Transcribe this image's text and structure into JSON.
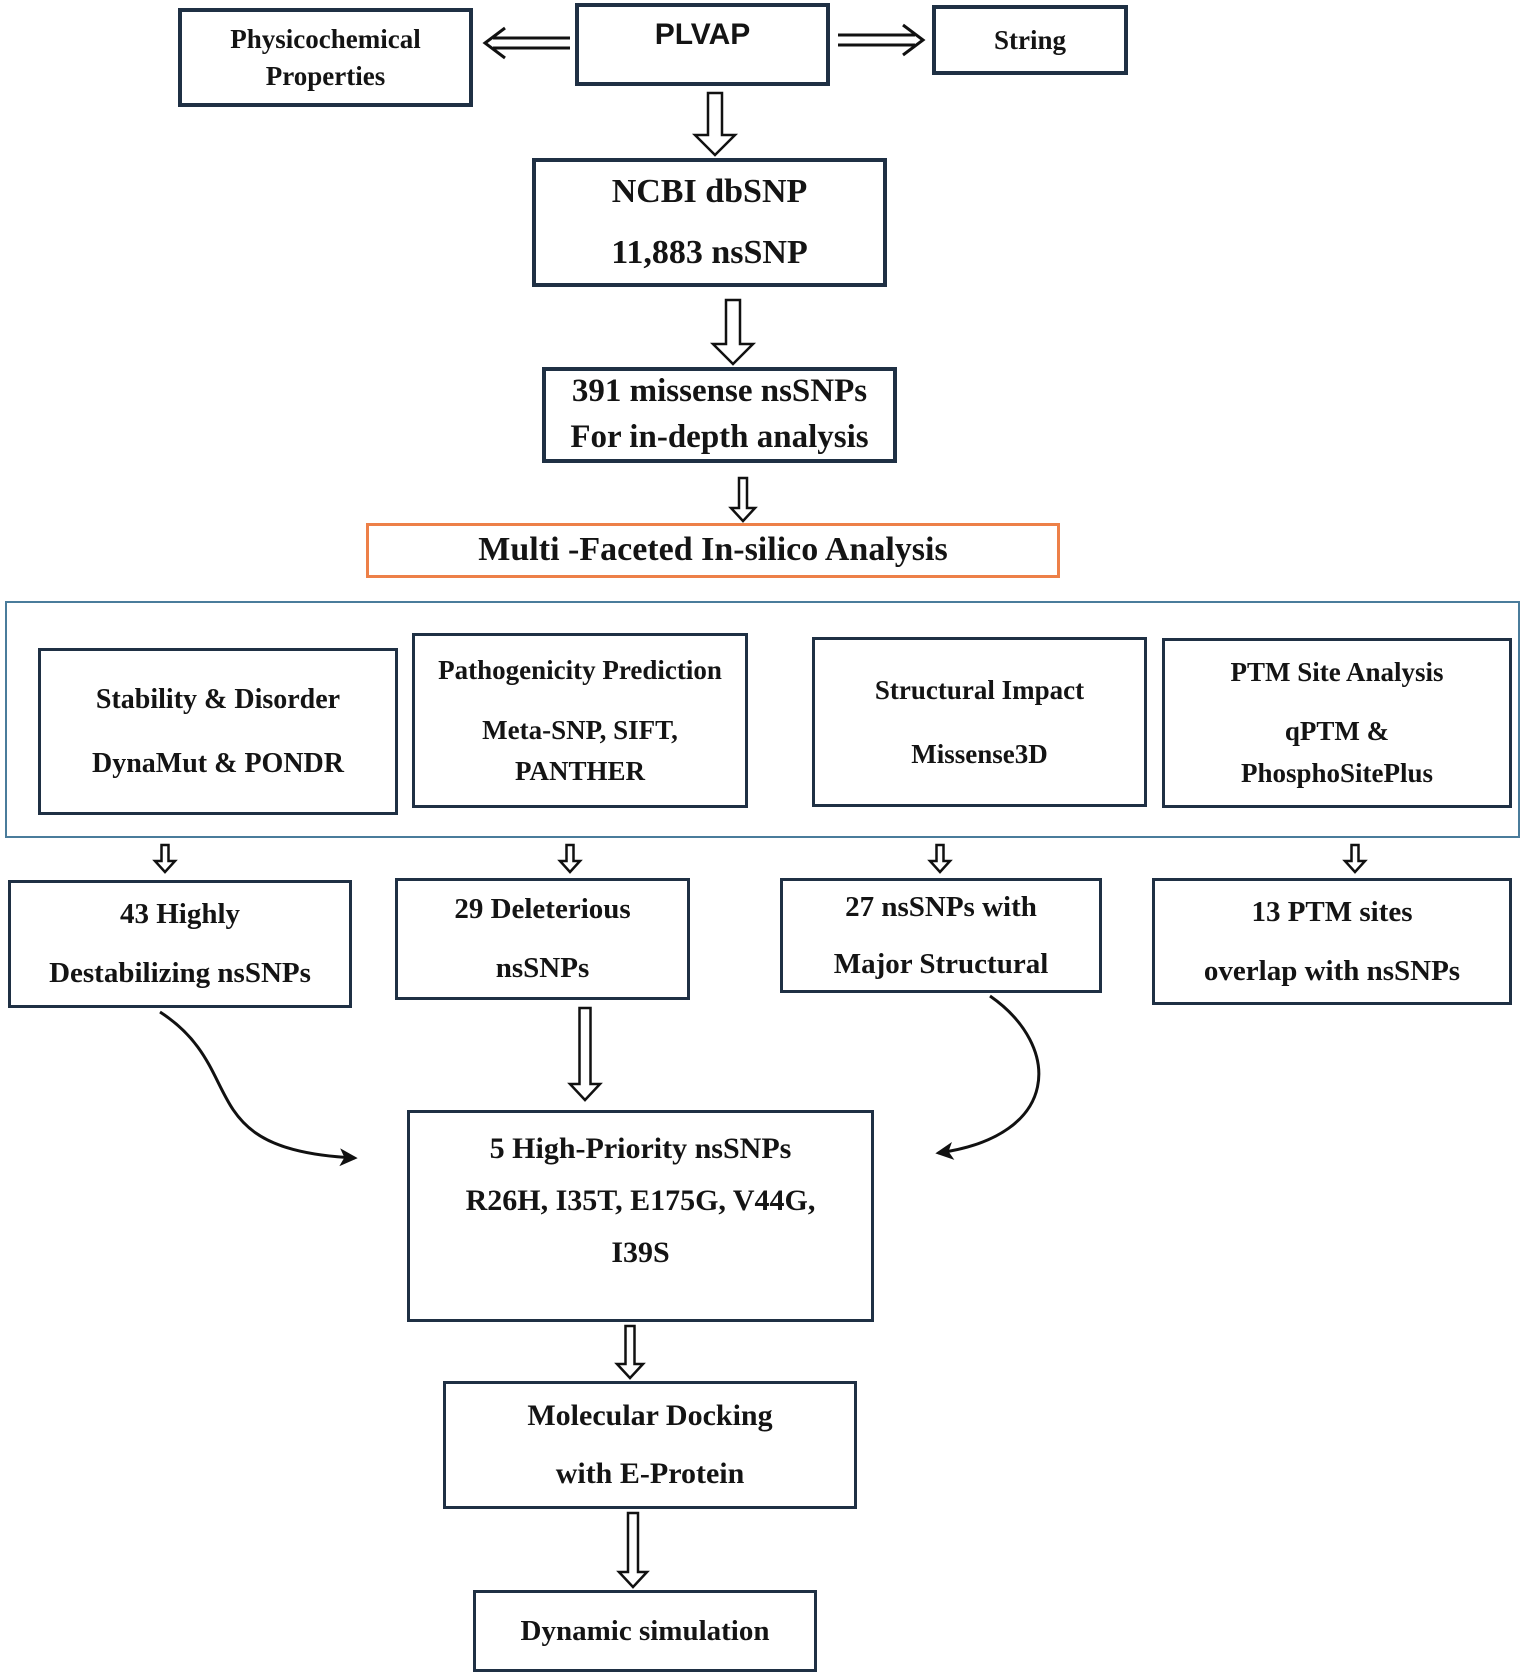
{
  "colors": {
    "box_border_navy": "#1f3044",
    "container_border_steel_blue": "#4a7c9b",
    "accent_orange": "#ed8048",
    "arrow_black": "#111111",
    "text": "#141414",
    "background": "#ffffff"
  },
  "nodes": {
    "plvap": {
      "label": "PLVAP"
    },
    "physicochemical": {
      "lines": [
        "Physicochemical",
        "Properties"
      ]
    },
    "string": {
      "label": "String"
    },
    "ncbi": {
      "lines": [
        "NCBI dbSNP",
        "11,883 nsSNP"
      ]
    },
    "missense": {
      "lines": [
        "391 missense nsSNPs",
        "For in-depth analysis"
      ]
    },
    "multifaceted": {
      "label": "Multi -Faceted In-silico Analysis"
    },
    "stability": {
      "lines": [
        "Stability & Disorder",
        "DynaMut & PONDR"
      ]
    },
    "pathogenicity": {
      "lines": [
        "Pathogenicity Prediction",
        "Meta-SNP, SIFT,",
        "PANTHER"
      ]
    },
    "structural": {
      "lines": [
        "Structural Impact",
        "Missense3D"
      ]
    },
    "ptm": {
      "lines": [
        "PTM Site Analysis",
        "qPTM &",
        "PhosphoSitePlus"
      ]
    },
    "destabilizing": {
      "lines": [
        "43 Highly",
        "Destabilizing nsSNPs"
      ]
    },
    "deleterious": {
      "lines": [
        "29 Deleterious",
        "nsSNPs"
      ]
    },
    "major_structural": {
      "lines": [
        "27 nsSNPs with",
        "Major Structural"
      ]
    },
    "ptm_overlap": {
      "lines": [
        "13 PTM sites",
        "overlap with nsSNPs"
      ]
    },
    "priority": {
      "lines": [
        "5 High-Priority nsSNPs",
        "R26H, I35T, E175G, V44G,",
        "I39S"
      ]
    },
    "docking": {
      "lines": [
        "Molecular Docking",
        "with E-Protein"
      ]
    },
    "dynamic": {
      "label": "Dynamic simulation"
    }
  },
  "edges": [
    {
      "from": "plvap",
      "to": "physicochemical"
    },
    {
      "from": "plvap",
      "to": "string"
    },
    {
      "from": "plvap",
      "to": "ncbi"
    },
    {
      "from": "ncbi",
      "to": "missense"
    },
    {
      "from": "missense",
      "to": "multifaceted"
    },
    {
      "from": "multifaceted",
      "to": "destabilizing"
    },
    {
      "from": "multifaceted",
      "to": "deleterious"
    },
    {
      "from": "multifaceted",
      "to": "major_structural"
    },
    {
      "from": "multifaceted",
      "to": "ptm_overlap"
    },
    {
      "from": "destabilizing",
      "to": "priority"
    },
    {
      "from": "deleterious",
      "to": "priority"
    },
    {
      "from": "major_structural",
      "to": "priority"
    },
    {
      "from": "priority",
      "to": "docking"
    },
    {
      "from": "docking",
      "to": "dynamic"
    }
  ]
}
